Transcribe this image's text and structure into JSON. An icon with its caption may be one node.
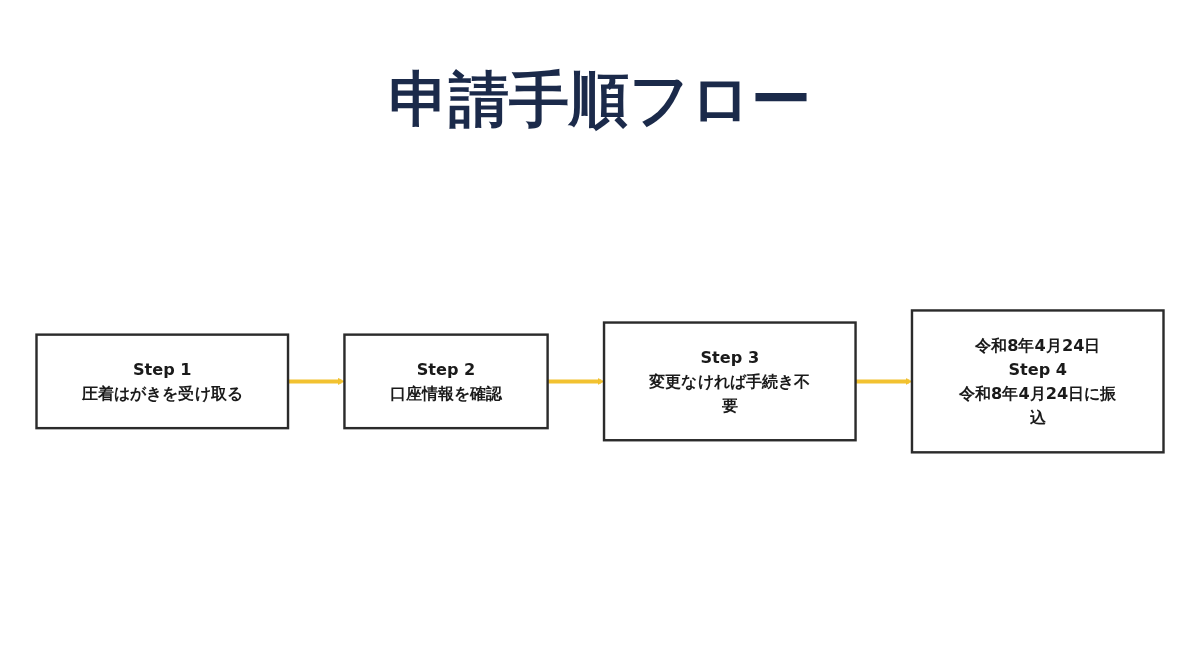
{
  "diagram": {
    "title": "申請手順フロー",
    "nodes": [
      {
        "text": [
          "Step 1",
          "圧着はがきを受け取る"
        ]
      },
      {
        "text": [
          "Step 2",
          "口座情報を確認"
        ]
      },
      {
        "text": [
          "Step 3",
          "変更なければ手続き不要"
        ]
      },
      {
        "text": [
          "令和8年4月24日",
          "Step 4",
          "令和8年4月24日に振込"
        ]
      }
    ],
    "edges": [
      {
        "from": 0,
        "to": 1,
        "arrow": "to"
      },
      {
        "from": 1,
        "to": 2,
        "arrow": "to"
      },
      {
        "from": 2,
        "to": 3,
        "arrow": "to"
      }
    ]
  }
}
